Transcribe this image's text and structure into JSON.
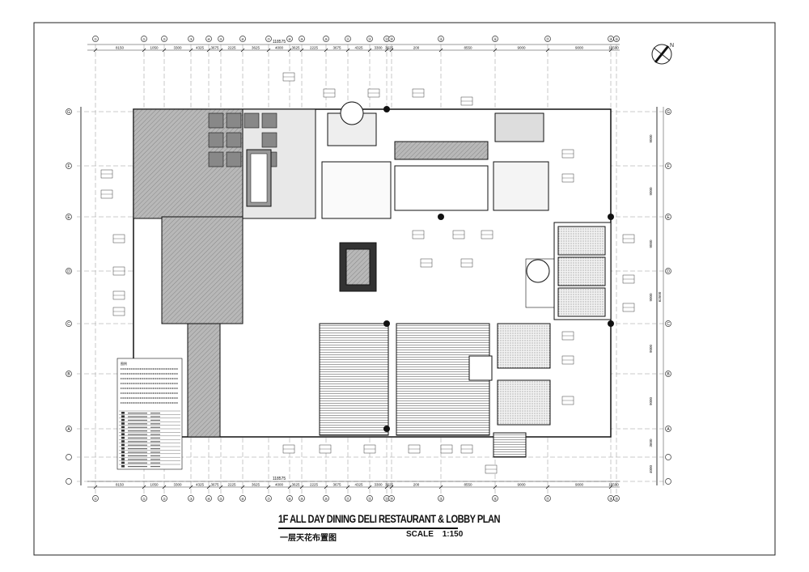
{
  "drawing": {
    "title": "1F ALL DAY DINING DELI RESTAURANT & LOBBY PLAN",
    "subtitle": "一层天花布置图",
    "scale_label": "SCALE",
    "scale_value": "1:150",
    "north_label": "N"
  },
  "grid": {
    "overall_dimension": "118575",
    "top_dimensions": [
      "8150",
      "1050",
      "3300",
      "4325",
      "3675",
      "2225",
      "3625",
      "4000",
      "3625",
      "2225",
      "3675",
      "4325",
      "3300",
      "3625",
      "200",
      "8550",
      "9000",
      "9000",
      "10500",
      "2150"
    ],
    "column_labels": [
      "①",
      "①",
      "②",
      "③",
      "④",
      "⑤",
      "⑥",
      "⑦",
      "⑧",
      "⑨",
      "⑩",
      "⑪",
      "⑫",
      "⑬",
      "⑭",
      "⑮",
      "⑯",
      "⑰",
      "⑱",
      "⑲"
    ],
    "row_labels": [
      "G",
      "F",
      "E",
      "D",
      "C",
      "B",
      "A"
    ],
    "row_dimensions": [
      "9000",
      "9000",
      "9000",
      "9000",
      "9000",
      "9000",
      "3600",
      "4000"
    ],
    "overall_row_dimension": "62500"
  },
  "legend": {
    "heading": "图例"
  }
}
